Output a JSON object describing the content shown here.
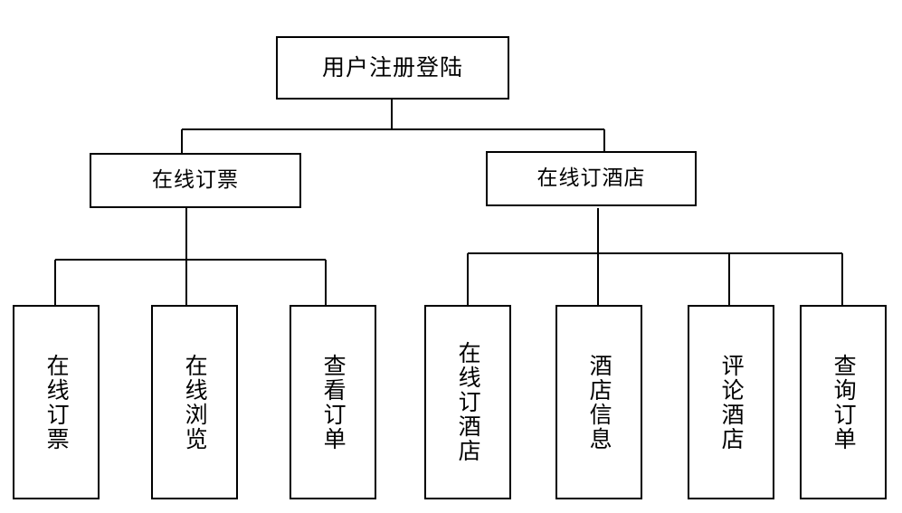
{
  "diagram": {
    "type": "hierarchy-tree",
    "orientation": "top-down",
    "levels": 3,
    "colors": {
      "background": "#ffffff",
      "box_border": "#000000",
      "box_fill": "#ffffff",
      "connector": "#000000",
      "text": "#000000"
    },
    "root": {
      "id": "root",
      "label": "用户注册登陆"
    },
    "level2": [
      {
        "id": "online-ticket-booking",
        "label": "在线订票"
      },
      {
        "id": "online-hotel-booking",
        "label": "在线订酒店"
      }
    ],
    "leaves": [
      {
        "id": "leaf-online-ticket",
        "label": "在线订票",
        "parent": "online-ticket-booking"
      },
      {
        "id": "leaf-online-browse",
        "label": "在线浏览",
        "parent": "online-ticket-booking"
      },
      {
        "id": "leaf-view-order",
        "label": "查看订单",
        "parent": "online-ticket-booking"
      },
      {
        "id": "leaf-online-hotel",
        "label": "在线订酒店",
        "parent": "online-hotel-booking"
      },
      {
        "id": "leaf-hotel-info",
        "label": "酒店信息",
        "parent": "online-hotel-booking"
      },
      {
        "id": "leaf-review-hotel",
        "label": "评论酒店",
        "parent": "online-hotel-booking"
      },
      {
        "id": "leaf-query-order",
        "label": "查询订单",
        "parent": "online-hotel-booking"
      }
    ]
  }
}
